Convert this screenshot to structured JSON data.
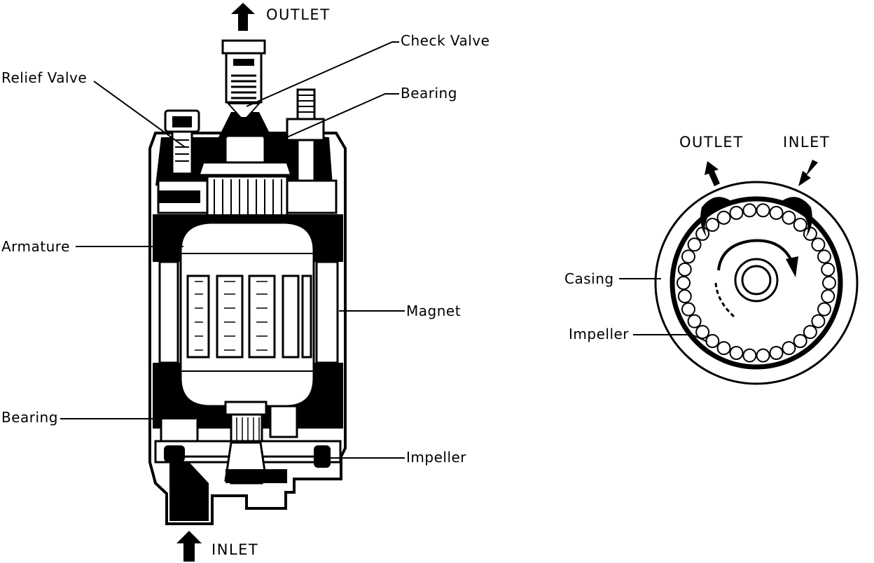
{
  "pump_labels": {
    "outlet": "OUTLET",
    "inlet": "INLET",
    "check_valve": "Check Valve",
    "relief_valve": "Relief Valve",
    "bearing_top": "Bearing",
    "armature": "Armature",
    "magnet": "Magnet",
    "bearing_bottom": "Bearing",
    "impeller": "Impeller"
  },
  "impeller_labels": {
    "outlet": "OUTLET",
    "inlet": "INLET",
    "casing": "Casing",
    "impeller": "Impeller"
  }
}
